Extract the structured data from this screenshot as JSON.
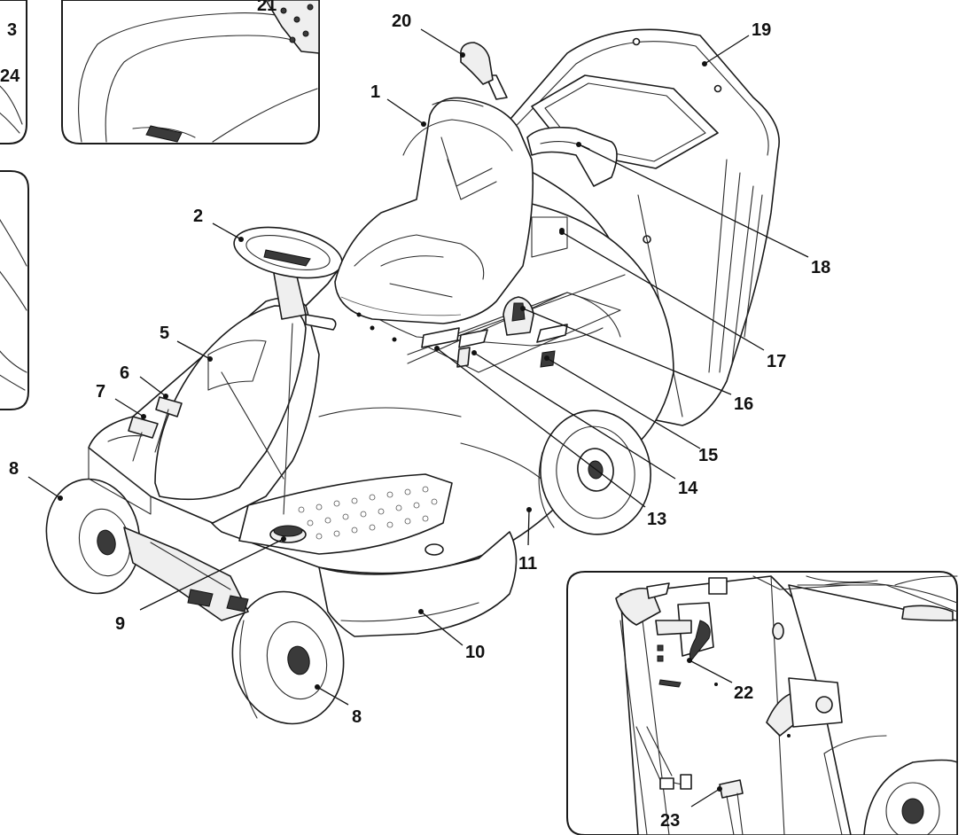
{
  "callouts": [
    {
      "id": "c1",
      "label": "1"
    },
    {
      "id": "c2",
      "label": "2"
    },
    {
      "id": "c3",
      "label": "3"
    },
    {
      "id": "c5",
      "label": "5"
    },
    {
      "id": "c6",
      "label": "6"
    },
    {
      "id": "c7",
      "label": "7"
    },
    {
      "id": "c8a",
      "label": "8"
    },
    {
      "id": "c8b",
      "label": "8"
    },
    {
      "id": "c9",
      "label": "9"
    },
    {
      "id": "c10",
      "label": "10"
    },
    {
      "id": "c11",
      "label": "11"
    },
    {
      "id": "c13",
      "label": "13"
    },
    {
      "id": "c14",
      "label": "14"
    },
    {
      "id": "c15",
      "label": "15"
    },
    {
      "id": "c16",
      "label": "16"
    },
    {
      "id": "c17",
      "label": "17"
    },
    {
      "id": "c18",
      "label": "18"
    },
    {
      "id": "c19",
      "label": "19"
    },
    {
      "id": "c20",
      "label": "20"
    },
    {
      "id": "c21",
      "label": "21"
    },
    {
      "id": "c22",
      "label": "22"
    },
    {
      "id": "c23",
      "label": "23"
    },
    {
      "id": "c24",
      "label": "24"
    }
  ],
  "colors": {
    "line": "#1a1a1a",
    "background": "#ffffff"
  }
}
